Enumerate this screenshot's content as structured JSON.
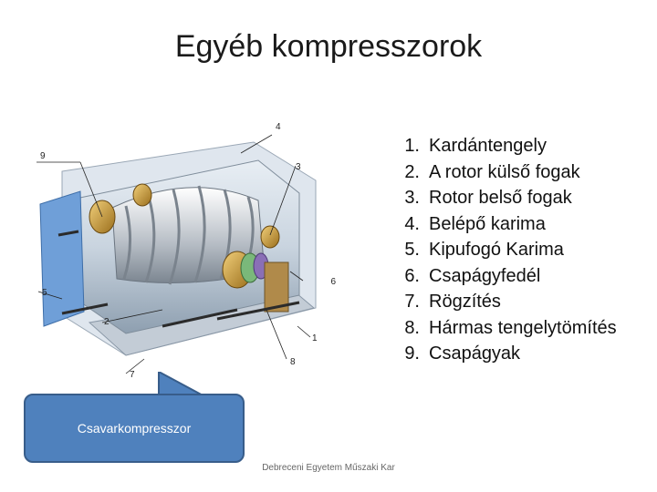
{
  "slide": {
    "title": "Egyéb kompresszorok",
    "footer": "Debreceni Egyetem Műszaki Kar"
  },
  "legend": {
    "items": [
      {
        "num": "1.",
        "text": "Kardántengely"
      },
      {
        "num": "2.",
        "text": "A rotor külső fogak"
      },
      {
        "num": "3.",
        "text": "Rotor belső fogak"
      },
      {
        "num": "4.",
        "text": "Belépő karima"
      },
      {
        "num": "5.",
        "text": "Kipufogó Karima"
      },
      {
        "num": "6.",
        "text": "Csapágyfedél"
      },
      {
        "num": "7.",
        "text": "Rögzítés"
      },
      {
        "num": "8.",
        "text": "Hármas tengelytömítés"
      },
      {
        "num": "9.",
        "text": "Csapágyak"
      }
    ]
  },
  "callout": {
    "label": "Csavarkompresszor",
    "fill_color": "#4f81bd"
  },
  "figure": {
    "callout_numbers": [
      "1",
      "2",
      "3",
      "4",
      "5",
      "6",
      "7",
      "8",
      "9"
    ]
  }
}
